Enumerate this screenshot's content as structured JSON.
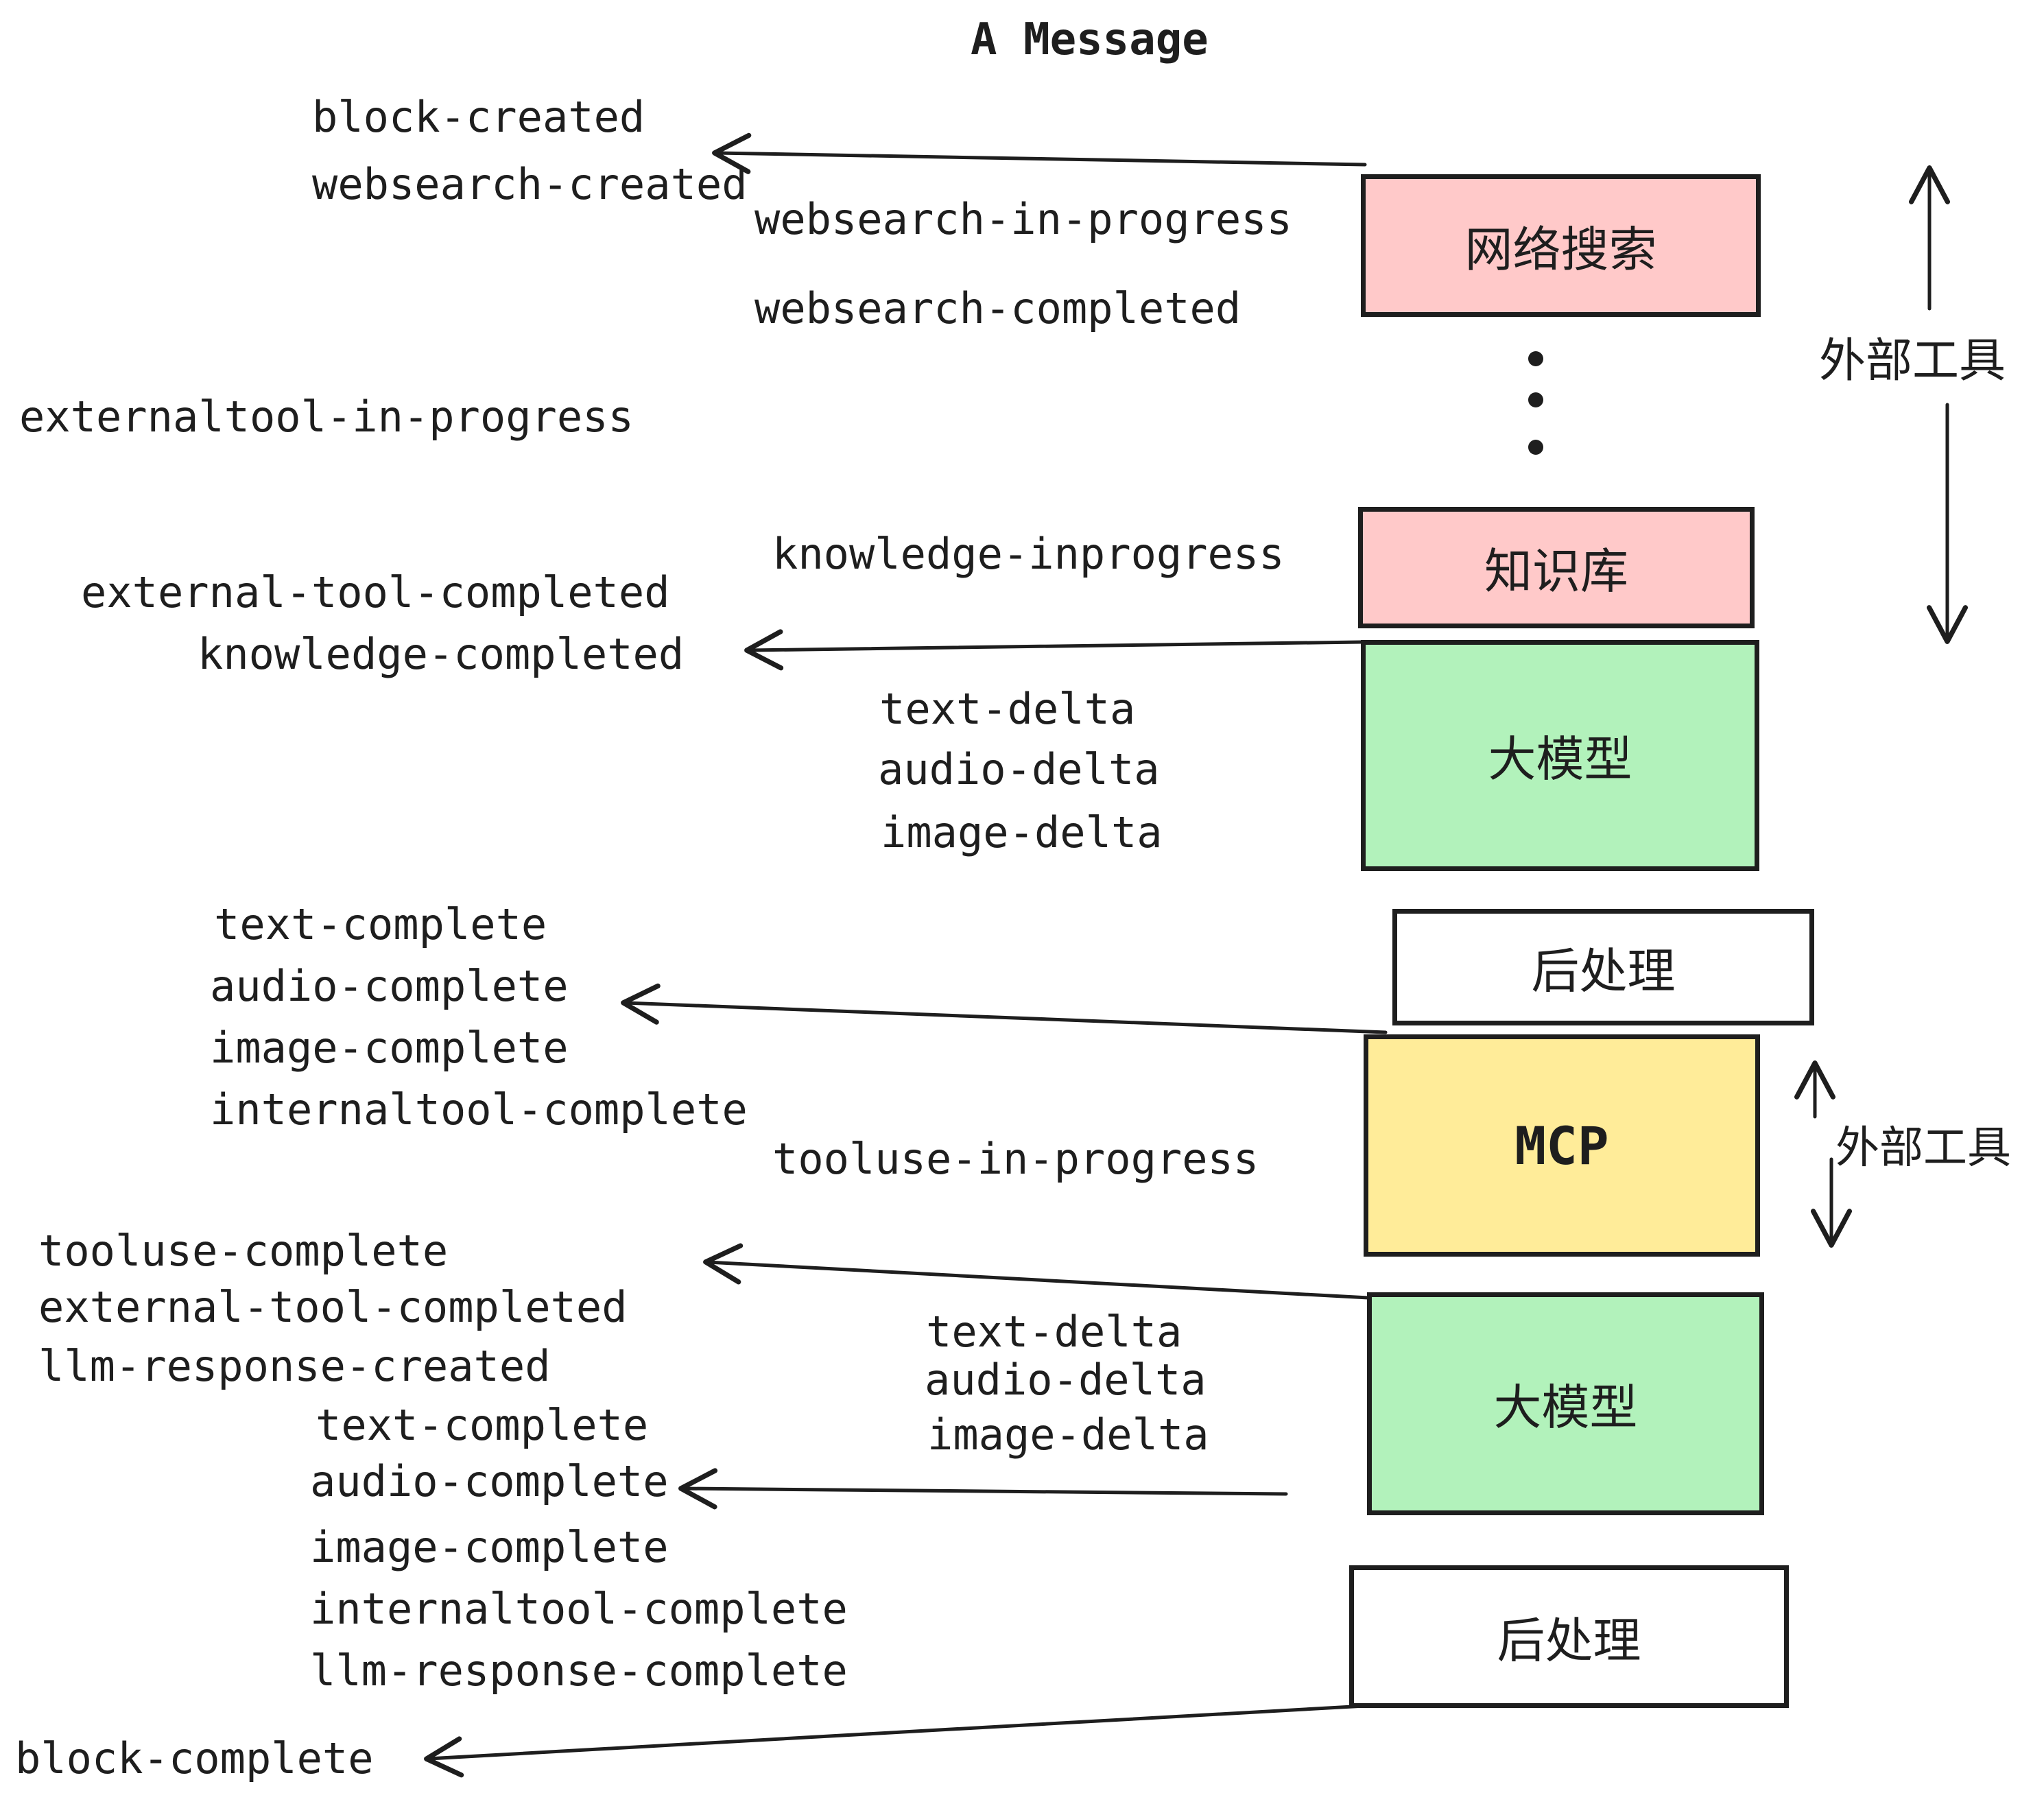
{
  "title": "A Message",
  "events": {
    "created_top": [
      "block-created",
      "websearch-created"
    ],
    "websearch": [
      "websearch-in-progress",
      "websearch-completed"
    ],
    "externaltool": [
      "externaltool-in-progress"
    ],
    "knowledge_prog": [
      "knowledge-inprogress"
    ],
    "knowledge_done": [
      "external-tool-completed",
      "knowledge-completed"
    ],
    "delta1": [
      "text-delta",
      "audio-delta",
      "image-delta"
    ],
    "complete1": [
      "text-complete",
      "audio-complete",
      "image-complete",
      "internaltool-complete"
    ],
    "tooluse_prog": [
      "tooluse-in-progress"
    ],
    "tooluse_done": [
      "tooluse-complete",
      "external-tool-completed",
      "llm-response-created"
    ],
    "delta2": [
      "text-delta",
      "audio-delta",
      "image-delta"
    ],
    "complete2": [
      "text-complete",
      "audio-complete",
      "image-complete",
      "internaltool-complete",
      "llm-response-complete"
    ],
    "block_done": [
      "block-complete"
    ]
  },
  "nodes": {
    "websearch": {
      "label": "网络搜索",
      "fill": "#ffc9c9"
    },
    "knowledge": {
      "label": "知识库",
      "fill": "#ffc9c9"
    },
    "llm1": {
      "label": "大模型",
      "fill": "#b2f2bb"
    },
    "post1": {
      "label": "后处理",
      "fill": "#ffffff"
    },
    "mcp": {
      "label": "MCP",
      "fill": "#ffec99"
    },
    "llm2": {
      "label": "大模型",
      "fill": "#b2f2bb"
    },
    "post2": {
      "label": "后处理",
      "fill": "#ffffff"
    }
  },
  "annotations": {
    "external_tools": "外部工具"
  },
  "colors": {
    "ink": "#1e1e1e",
    "box_pink": "#ffc9c9",
    "box_green": "#b2f2bb",
    "box_yellow": "#ffec99",
    "box_white": "#ffffff"
  }
}
